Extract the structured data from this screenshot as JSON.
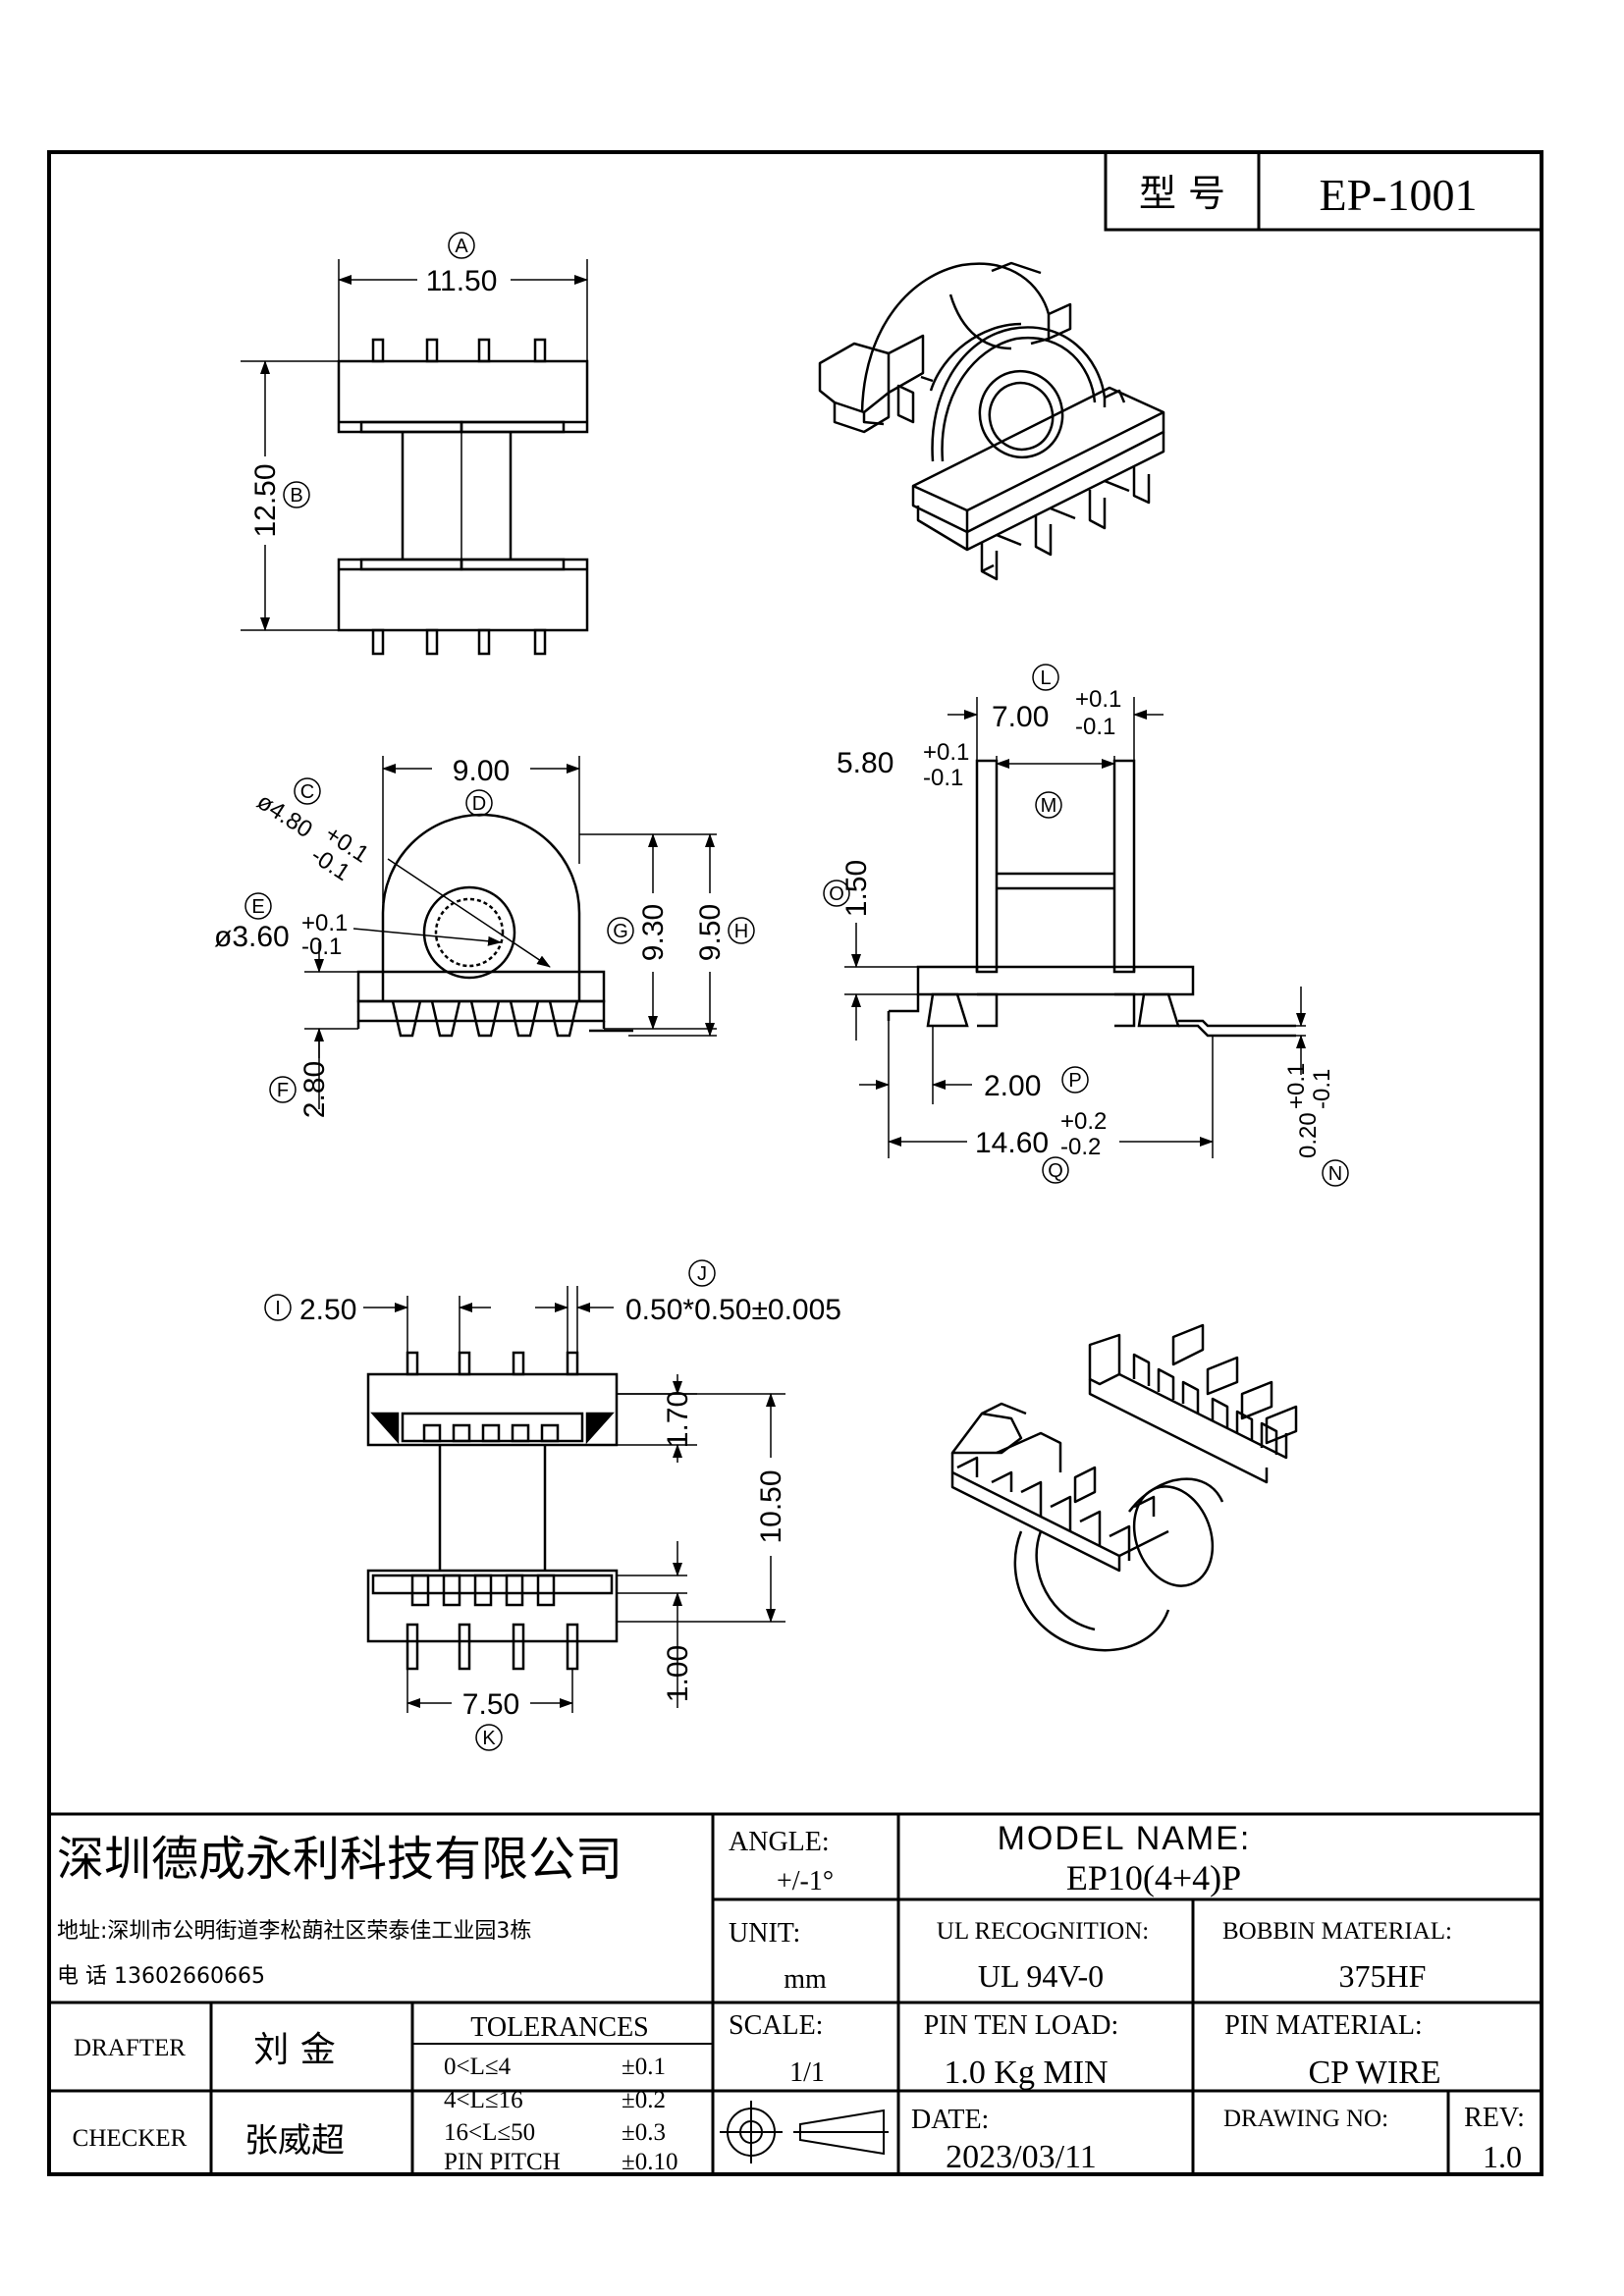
{
  "header": {
    "model_label": "型 号",
    "model_value": "EP-1001"
  },
  "dimensions": {
    "A": {
      "letter": "A",
      "value": "11.50"
    },
    "B": {
      "letter": "B",
      "value": "12.50"
    },
    "C": {
      "letter": "C",
      "value": "ø4.80",
      "tol_plus": "+0.1",
      "tol_minus": "-0.1"
    },
    "D": {
      "letter": "D",
      "value": "9.00"
    },
    "E": {
      "letter": "E",
      "value": "ø3.60",
      "tol_plus": "+0.1",
      "tol_minus": "-0.1"
    },
    "F": {
      "letter": "F",
      "value": "2.80"
    },
    "G": {
      "letter": "G",
      "value": "9.30"
    },
    "H": {
      "letter": "H",
      "value": "9.50"
    },
    "I": {
      "letter": "I",
      "value": "2.50"
    },
    "J": {
      "letter": "J",
      "value": "0.50*0.50±0.005"
    },
    "J_extra": {
      "value": "1.70"
    },
    "K": {
      "letter": "K",
      "value": "7.50"
    },
    "K_extra": {
      "value1": "10.50",
      "value2": "1.00"
    },
    "L": {
      "letter": "L",
      "value": "7.00",
      "tol_plus": "+0.1",
      "tol_minus": "-0.1"
    },
    "M": {
      "letter": "M"
    },
    "L2": {
      "value": "5.80",
      "tol_plus": "+0.1",
      "tol_minus": "-0.1"
    },
    "N": {
      "letter": "N",
      "value": "0.20",
      "tol_plus": "+0.1",
      "tol_minus": "-0.1"
    },
    "O": {
      "letter": "O",
      "value": "1.50"
    },
    "P": {
      "letter": "P",
      "value": "2.00"
    },
    "Q": {
      "letter": "Q",
      "value": "14.60",
      "tol_plus": "+0.2",
      "tol_minus": "-0.2"
    }
  },
  "title_block": {
    "company": "深圳德成永利科技有限公司",
    "address": "地址:深圳市公明街道李松蓢社区荣泰佳工业园3栋",
    "phone": "电 话  13602660665",
    "angle_label": "ANGLE:",
    "angle_value": "+/-1°",
    "model_name_label": "MODEL NAME:",
    "model_name_value": "EP10(4+4)P",
    "unit_label": "UNIT:",
    "unit_value": "mm",
    "ul_label": "UL RECOGNITION:",
    "ul_value": "UL 94V-0",
    "bobbin_label": "BOBBIN MATERIAL:",
    "bobbin_value": "375HF",
    "drafter_label": "DRAFTER",
    "drafter_value": "刘 金",
    "checker_label": "CHECKER",
    "checker_value": "张威超",
    "tolerances_label": "TOLERANCES",
    "tolerances": [
      {
        "range": "0<L≤4",
        "value": "±0.1"
      },
      {
        "range": "4<L≤16",
        "value": "±0.2"
      },
      {
        "range": "16<L≤50",
        "value": "±0.3"
      },
      {
        "range": "PIN PITCH",
        "value": "±0.10"
      }
    ],
    "scale_label": "SCALE:",
    "scale_value": "1/1",
    "pin_load_label": "PIN TEN LOAD:",
    "pin_load_value": "1.0 Kg MIN",
    "pin_material_label": "PIN MATERIAL:",
    "pin_material_value": "CP WIRE",
    "date_label": "DATE:",
    "date_value": "2023/03/11",
    "drawing_no_label": "DRAWING NO:",
    "drawing_no_value": "",
    "rev_label": "REV:",
    "rev_value": "1.0"
  }
}
